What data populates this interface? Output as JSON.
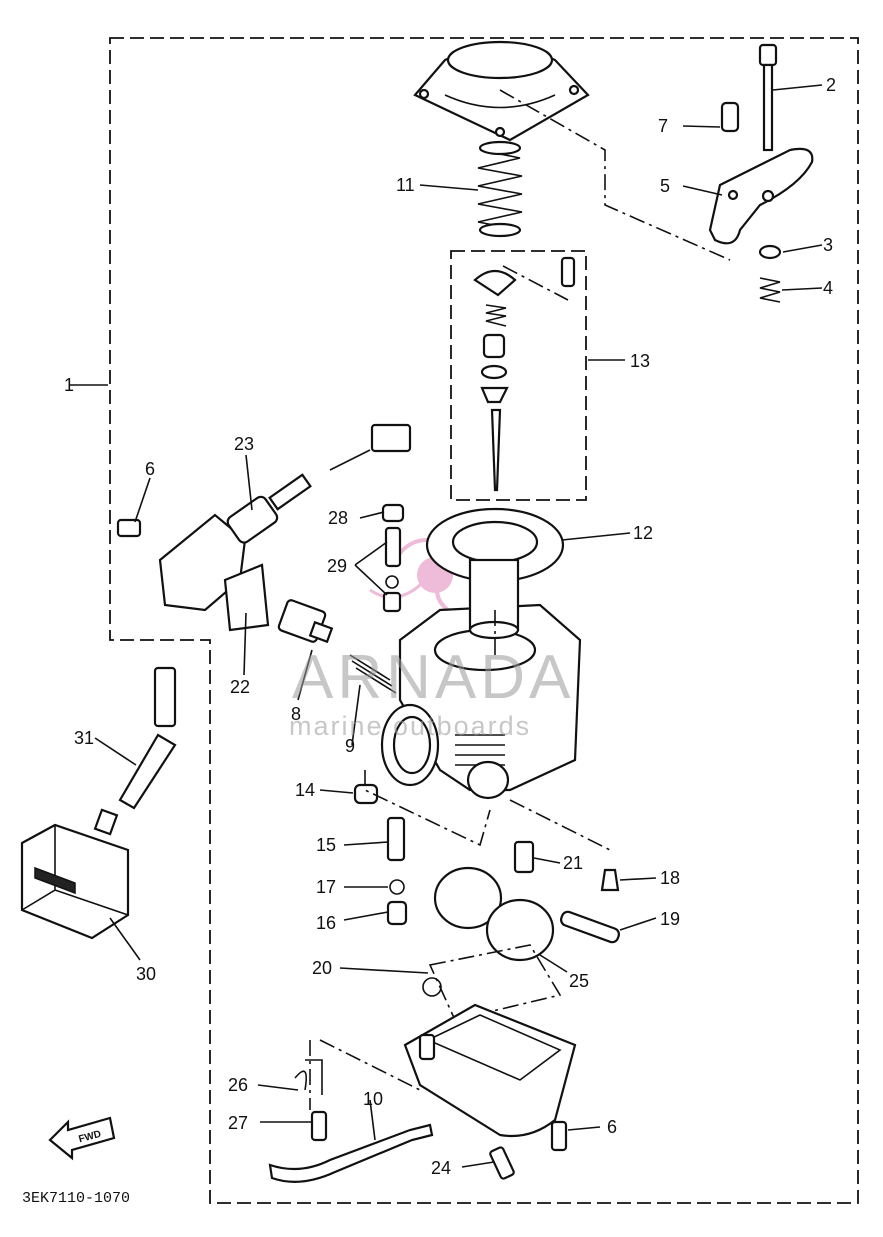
{
  "diagram": {
    "catalog_code": "3EK7110-1070",
    "fwd_label": "FWD",
    "watermark": {
      "brand": "ARNADA",
      "tagline": "marine outboards",
      "logo_color": "#e8a0c8"
    },
    "callouts": {
      "n1": "1",
      "n2": "2",
      "n3": "3",
      "n4": "4",
      "n5": "5",
      "n6a": "6",
      "n6b": "6",
      "n7": "7",
      "n8": "8",
      "n9": "9",
      "n10": "10",
      "n11": "11",
      "n12": "12",
      "n13": "13",
      "n14": "14",
      "n15": "15",
      "n16": "16",
      "n17": "17",
      "n18": "18",
      "n19": "19",
      "n20": "20",
      "n21": "21",
      "n22": "22",
      "n23": "23",
      "n24": "24",
      "n25": "25",
      "n26": "26",
      "n27": "27",
      "n28": "28",
      "n29": "29",
      "n30": "30",
      "n31": "31"
    }
  }
}
